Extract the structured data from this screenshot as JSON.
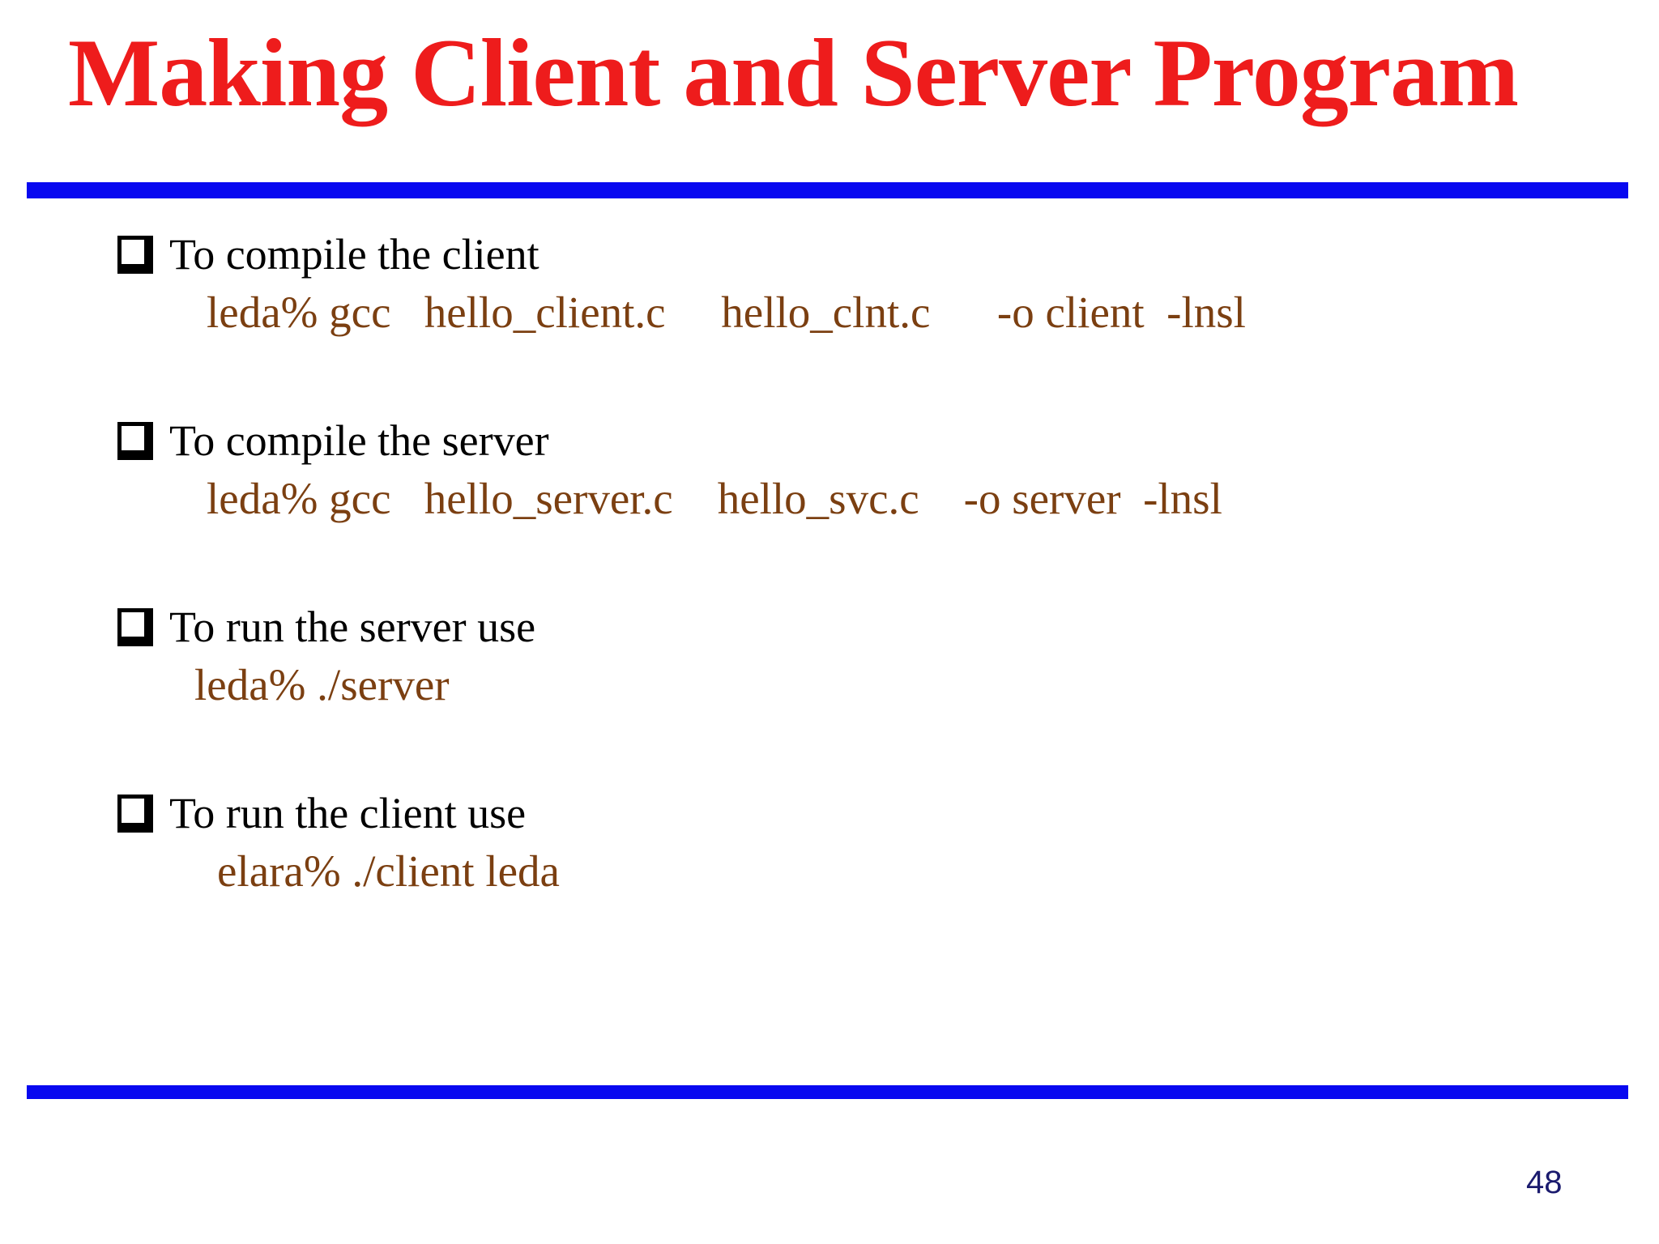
{
  "slide": {
    "title": "Making Client and Server Program",
    "page_number": "48",
    "bullets": [
      {
        "label": "To compile the client",
        "command": "leda% gcc   hello_client.c     hello_clnt.c      -o client  -lnsl"
      },
      {
        "label": "To compile the server",
        "command": "leda% gcc   hello_server.c    hello_svc.c    -o server  -lnsl"
      },
      {
        "label": "To run the server use",
        "command": "leda% ./server"
      },
      {
        "label": "To run the client use",
        "command": "elara% ./client leda"
      }
    ]
  },
  "colors": {
    "title_red": "#EE1C1C",
    "rule_blue": "#0808F0",
    "command_brown": "#7B3F11",
    "label_black": "#000000",
    "page_number_navy": "#1B1B6E",
    "background_white": "#FFFFFF"
  }
}
